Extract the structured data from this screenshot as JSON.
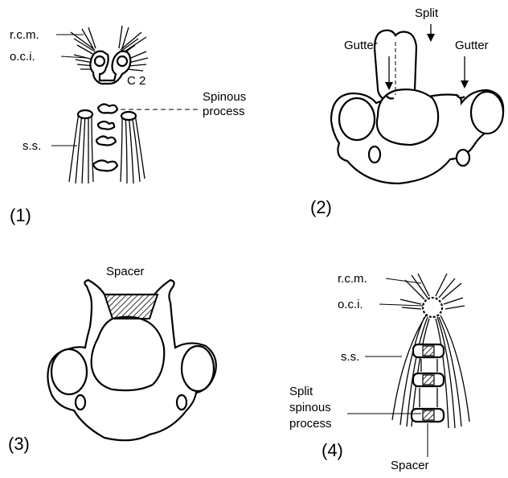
{
  "panels": [
    {
      "number": "(1)",
      "labels": {
        "rcm": "r.c.m.",
        "oci": "o.c.i.",
        "c2": "C 2",
        "spinous": "Spinous",
        "process": "process",
        "ss": "s.s."
      }
    },
    {
      "number": "(2)",
      "labels": {
        "split": "Split",
        "gutter_left": "Gutter",
        "gutter_right": "Gutter"
      }
    },
    {
      "number": "(3)",
      "labels": {
        "spacer": "Spacer"
      }
    },
    {
      "number": "(4)",
      "labels": {
        "rcm": "r.c.m.",
        "oci": "o.c.i.",
        "ss": "s.s.",
        "split_line1": "Split",
        "split_line2": "spinous",
        "split_line3": "process",
        "spacer": "Spacer"
      }
    }
  ]
}
